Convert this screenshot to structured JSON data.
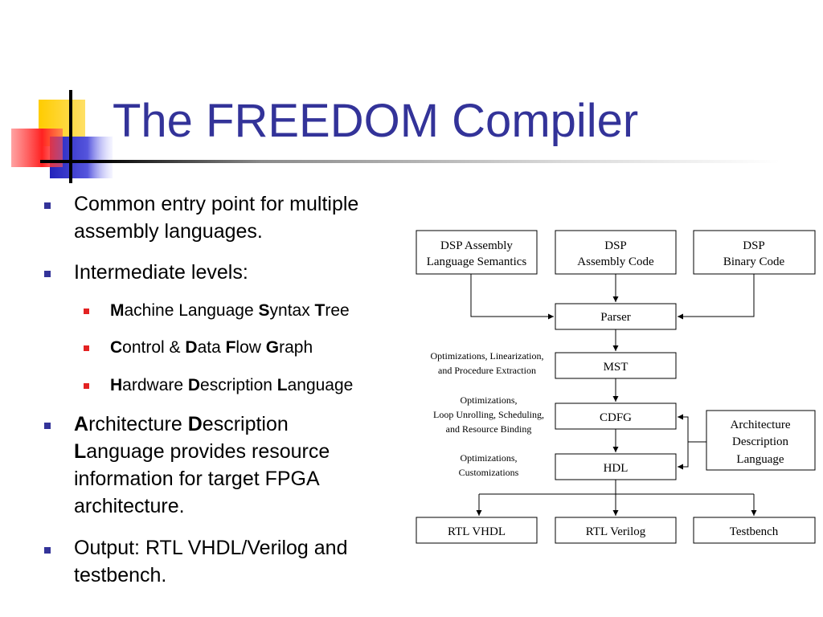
{
  "slide": {
    "title": "The FREEDOM Compiler"
  },
  "bullets": [
    {
      "text": "Common entry point for multiple assembly languages."
    },
    {
      "text": "Intermediate levels:"
    },
    {
      "text": "Output: RTL VHDL/Verilog and testbench."
    }
  ],
  "sub_bullets": [
    {
      "parts": [
        {
          "b": "M",
          "r": "achine Language "
        },
        {
          "b": "S",
          "r": "yntax "
        },
        {
          "b": "T",
          "r": "ree"
        }
      ]
    },
    {
      "parts": [
        {
          "b": "C",
          "r": "ontrol & "
        },
        {
          "b": "D",
          "r": "ata "
        },
        {
          "b": "F",
          "r": "low "
        },
        {
          "b": "G",
          "r": "raph"
        }
      ]
    },
    {
      "parts": [
        {
          "b": "H",
          "r": "ardware "
        },
        {
          "b": "D",
          "r": "escription "
        },
        {
          "b": "L",
          "r": "anguage"
        }
      ]
    }
  ],
  "adl_bullet": {
    "b1": "A",
    "r1": "rchitecture ",
    "b2": "D",
    "r2": "escription",
    "b3": "L",
    "r3": "anguage provides resource information for target FPGA architecture."
  },
  "diagram": {
    "inputs": {
      "semantics": [
        "DSP Assembly",
        "Language Semantics"
      ],
      "assembly": [
        "DSP",
        "Assembly Code"
      ],
      "binary": [
        "DSP",
        "Binary Code"
      ]
    },
    "stages": {
      "parser": "Parser",
      "mst": "MST",
      "cdfg": "CDFG",
      "hdl": "HDL"
    },
    "annotations": {
      "a1": [
        "Optimizations, Linearization,",
        "and Procedure Extraction"
      ],
      "a2": [
        "Optimizations,",
        "Loop Unrolling, Scheduling,",
        "and Resource Binding"
      ],
      "a3": [
        "Optimizations,",
        "Customizations"
      ]
    },
    "adl": [
      "Architecture",
      "Description",
      "Language"
    ],
    "outputs": {
      "vhdl": "RTL VHDL",
      "verilog": "RTL Verilog",
      "testbench": "Testbench"
    }
  },
  "colors": {
    "title": "#333399",
    "bullet_l1": "#333399",
    "bullet_l2": "#e32222",
    "logo_yellow": "#ffcc00",
    "logo_red": "#ff3333",
    "logo_blue": "#3333cc"
  }
}
